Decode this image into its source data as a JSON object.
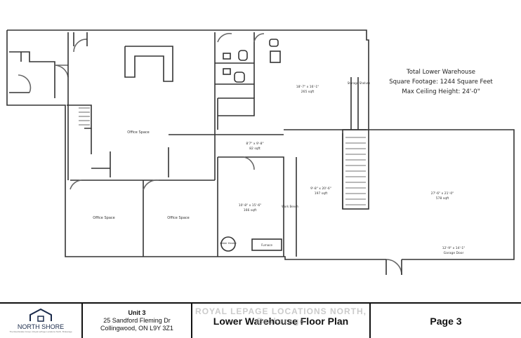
{
  "summary": {
    "title": "Total Lower Warehouse",
    "footage": "Square Footage: 1244 Square Feet",
    "ceiling": "Max Ceiling Height: 24'-0\""
  },
  "rooms": {
    "office_main": "Office Space",
    "office_left": "Office Space",
    "office_right": "Office Space",
    "upper_dims": "18'-7\" x 16'-1\"",
    "upper_area": "265 sqft",
    "storage": "Storage Shelves",
    "small_dims": "8'7\" x 9'-8\"",
    "small_area": "82 sqft",
    "mech_dims": "10'-8\" x 15'-6\"",
    "mech_area": "166 sqft",
    "water_heater": "Water Heater",
    "furnace": "Furnace",
    "bench": "Work Bench",
    "corr_dims": "9'-8\" x 20'-6\"",
    "corr_area": "197 sqft",
    "garage_dims": "27'-6\" x 21'-0\"",
    "garage_area": "578 sqft",
    "door_dims": "12'-9\" x 14'-1\"",
    "door_label": "Garage Door"
  },
  "footer": {
    "logo_name": "NORTH SHORE",
    "logo_sub": "The Real Estate Group | Royal LePage Locations North, Brokerage",
    "unit": "Unit 3",
    "street": "25 Sandford Fleming Dr",
    "city": "Collingwood, ON L9Y 3Z1",
    "plan_title": "Lower Warehouse Floor Plan",
    "watermark": "ROYAL LEPAGE LOCATIONS NORTH, Brokerage",
    "page": "Page 3"
  }
}
